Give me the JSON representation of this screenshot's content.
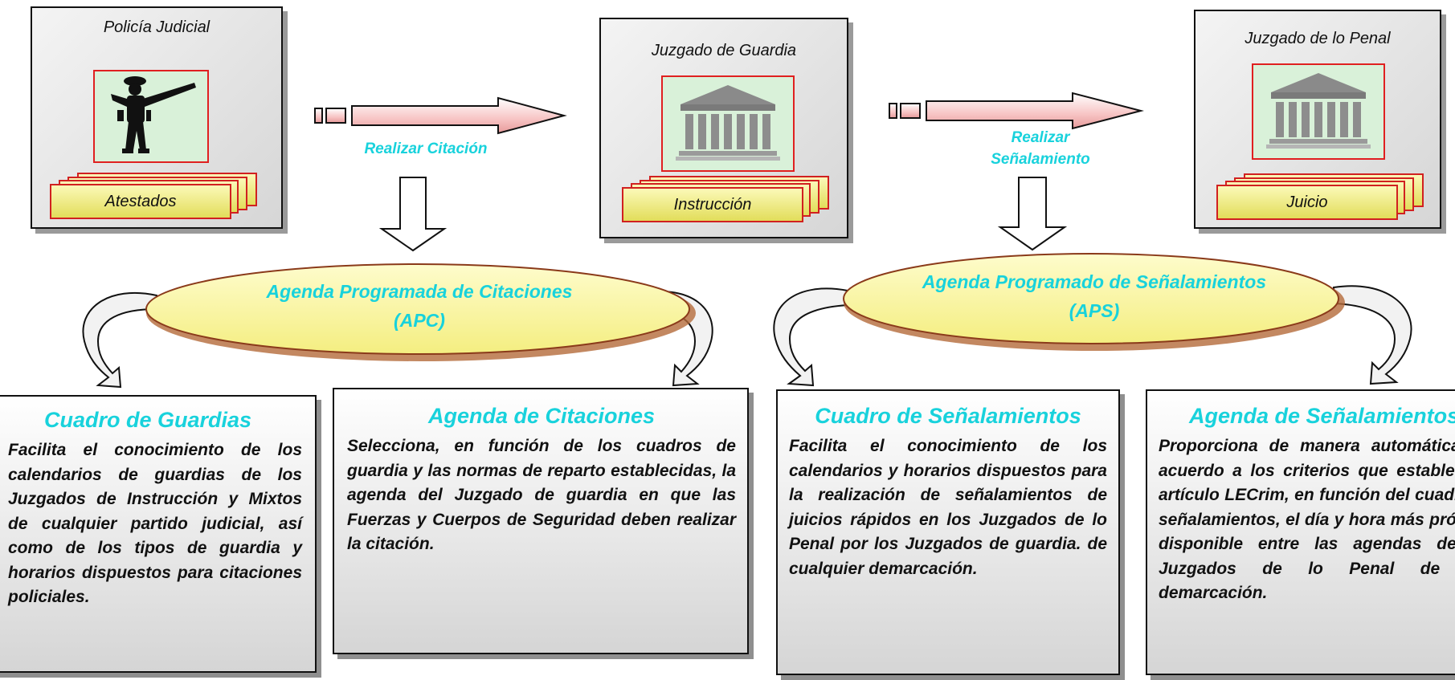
{
  "entities": {
    "policia": {
      "title": "Policía Judicial",
      "stack_label": "Atestados"
    },
    "guardia": {
      "title": "Juzgado de Guardia",
      "stack_label": "Instrucción"
    },
    "penal": {
      "title": "Juzgado de lo Penal",
      "stack_label": "Juicio"
    }
  },
  "flows": {
    "citacion": "Realizar Citación",
    "senalamiento_line1": "Realizar",
    "senalamiento_line2": "Señalamiento"
  },
  "agendas": {
    "apc": {
      "line1": "Agenda Programada de Citaciones",
      "line2": "(APC)"
    },
    "aps": {
      "line1": "Agenda Programado de Señalamientos",
      "line2": "(APS)"
    }
  },
  "cards": {
    "guardias": {
      "title": "Cuadro de Guardias",
      "body": "Facilita el conocimiento de los calendarios de guardias de los Juzgados de Instrucción y Mixtos de cualquier partido judicial, así como de los tipos de guardia y horarios dispuestos para citaciones policiales."
    },
    "citaciones": {
      "title": "Agenda de Citaciones",
      "body": "Selecciona, en función de los cuadros de guardia y las normas de reparto establecidas, la agenda del Juzgado de guardia en que las Fuerzas y Cuerpos de Seguridad deben realizar la citación."
    },
    "cuadro_senalamientos": {
      "title": "Cuadro de Señalamientos",
      "body": "Facilita el conocimiento de los calendarios y horarios dispuestos para la realización de señalamientos de juicios rápidos en los Juzgados de lo Penal por los Juzgados de guardia. de cualquier demarcación."
    },
    "agenda_senalamientos": {
      "title": "Agenda de Señalamientos",
      "body": "Proporciona de manera automática, de acuerdo a los criterios que establece el artículo LECrim, en función del cuadro de señalamientos, el día y hora más próximo disponible entre las agendas de los Juzgados de lo Penal de una demarcación."
    }
  },
  "colors": {
    "accent_cyan": "#18d2dc",
    "border_red": "#d12020",
    "oval_fill": "#fbf7a0",
    "arrow_pink": "#f7c4c4"
  }
}
